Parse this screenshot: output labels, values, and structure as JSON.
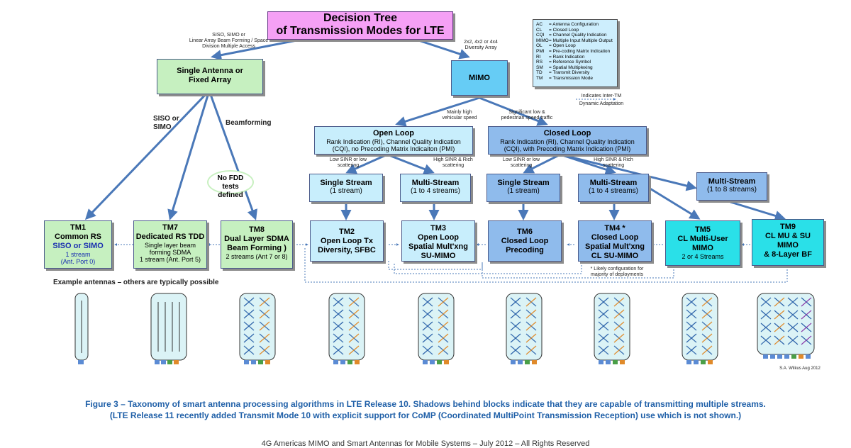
{
  "title": {
    "line1": "Decision Tree",
    "line2": "of Transmission Modes for LTE"
  },
  "legend": [
    {
      "abbr": "AC",
      "text": "= Antenna Configuration"
    },
    {
      "abbr": "CL",
      "text": "= Closed Loop"
    },
    {
      "abbr": "CQI",
      "text": "= Channel Quality Indication"
    },
    {
      "abbr": "MIMO",
      "text": "= Multiple Input Multiple Output"
    },
    {
      "abbr": "OL",
      "text": "= Open Loop"
    },
    {
      "abbr": "PMI",
      "text": "= Pre-coding Matrix Indication"
    },
    {
      "abbr": "RI",
      "text": "= Rank Indication"
    },
    {
      "abbr": "RS",
      "text": "= Reference Symbol"
    },
    {
      "abbr": "SM",
      "text": "= Spatial Multiplexing"
    },
    {
      "abbr": "TD",
      "text": "= Transmit Diversity"
    },
    {
      "abbr": "TM",
      "text": "= Transmission Mode"
    }
  ],
  "inter_tm_note": {
    "line1": "Indicates Inter-TM",
    "line2": "Dynamic Adaptation"
  },
  "labels": {
    "single_antenna_path": [
      "SISO, SIMO or",
      "Linear Array Beam Forming / Space",
      "Division Multiple Access"
    ],
    "mimo_path": [
      "2x2, 4x2 or 4x4",
      "Diversity Array"
    ],
    "siso_simo": [
      "SISO or",
      "SIMO"
    ],
    "beamforming": "Beamforming",
    "mainly_high": [
      "Mainly high",
      "vehicular speed"
    ],
    "significant_low": [
      "Significant low &",
      "pedestrian speed traffic"
    ],
    "ol_low_sinr": [
      "Low SINR or low",
      "scattering"
    ],
    "ol_high_sinr": [
      "High SINR & Rich",
      "scattering"
    ],
    "cl_low_sinr": [
      "Low SINR or low",
      "scattering"
    ],
    "cl_high_sinr": [
      "High SINR & Rich",
      "scattering"
    ],
    "tm4_note": [
      "* Likely configuration for",
      "majority of deployments"
    ],
    "example_antennas": "Example antennas – others are typically possible",
    "signature": "S.A. Wilkus Aug 2012"
  },
  "nodes": {
    "single_antenna": [
      "Single Antenna or",
      "Fixed Array"
    ],
    "mimo": "MIMO",
    "open_loop": {
      "title": "Open Loop",
      "desc": [
        "Rank Indication (RI), Channel Quality Indication",
        "(CQI), no Precoding Matrix Indicaiton (PMI)"
      ]
    },
    "closed_loop": {
      "title": "Closed Loop",
      "desc": [
        "Rank Indication (RI), Channel Quality Indication",
        "(CQI), with Precoding Matrix Indication (PMI)"
      ]
    },
    "ol_single": {
      "title": "Single Stream",
      "sub": "(1 stream)"
    },
    "ol_multi": {
      "title": "Multi-Stream",
      "sub": "(1 to 4 streams)"
    },
    "cl_single": {
      "title": "Single Stream",
      "sub": "(1 stream)"
    },
    "cl_multi": {
      "title": "Multi-Stream",
      "sub": "(1 to 4 streams)"
    },
    "cl_multi8": {
      "title": "Multi-Stream",
      "sub": "(1 to 8 streams)"
    },
    "no_fdd": [
      "No FDD tests",
      "defined"
    ]
  },
  "tms": [
    {
      "id": "TM1",
      "lines": [
        "Common RS"
      ],
      "blue": "SISO or SIMO",
      "sub": [
        "1 stream",
        "(Ant. Port 0)"
      ]
    },
    {
      "id": "TM7",
      "lines": [
        "Dedicated RS TDD"
      ],
      "sub": [
        "Single layer beam",
        "forming SDMA",
        "1 stream (Ant. Port 5)"
      ]
    },
    {
      "id": "TM8",
      "lines": [
        "Dual Layer SDMA",
        "Beam Forming )"
      ],
      "sub": [
        "2 streams (Ant 7 or 8)"
      ]
    },
    {
      "id": "TM2",
      "lines": [
        "Open Loop Tx",
        "Diversity, SFBC"
      ],
      "sub": []
    },
    {
      "id": "TM3",
      "lines": [
        "Open Loop",
        "Spatial Mult'xng",
        "SU-MIMO"
      ],
      "sub": []
    },
    {
      "id": "TM6",
      "lines": [
        "Closed Loop",
        "Precoding"
      ],
      "sub": []
    },
    {
      "id": "TM4 *",
      "lines": [
        "Closed Loop",
        "Spatial Mult'xng",
        "CL SU-MIMO"
      ],
      "sub": []
    },
    {
      "id": "TM5",
      "lines": [
        "CL Multi-User",
        "MIMO"
      ],
      "sub": [
        "2 or 4 Streams"
      ]
    },
    {
      "id": "TM9",
      "lines": [
        "CL MU & SU",
        "MIMO",
        "& 8-Layer BF"
      ],
      "sub": []
    }
  ],
  "caption": {
    "line1": "Figure 3 – Taxonomy of smart antenna processing algorithms in LTE Release 10. Shadows behind blocks indicate that they are capable of transmitting multiple streams.",
    "line2": "(LTE Release 11 recently added Transmit Mode 10 with explicit support for CoMP (Coordinated MultiPoint Transmission Reception) use which is not shown.)"
  },
  "footer": "4G Americas MIMO and Smart Antennas for Mobile Systems – July 2012 – All Rights Reserved",
  "colors": {
    "green": "#c6f0c0",
    "mimo_blue": "#66ccf5",
    "light_blue": "#c8eefc",
    "mid_blue": "#8fbbec",
    "cyan": "#2ae0e8",
    "title_pink": "#f5a0f5",
    "arrow": "#4a78b8",
    "caption": "#2060a8"
  }
}
